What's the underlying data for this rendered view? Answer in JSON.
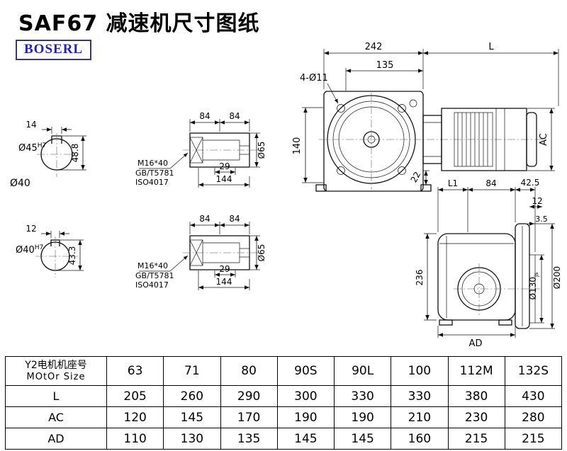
{
  "page": {
    "title": "SAF67 减速机尺寸图纸",
    "logo": "BOSERL"
  },
  "front_view": {
    "dim_width": "242",
    "dim_motor_length": "L",
    "dim_135": "135",
    "holes_label": "4-Ø11",
    "dim_height": "140",
    "dim_22": "22",
    "dim_ac": "AC"
  },
  "section_top": {
    "keyway_width": "14",
    "bore": "Ø45",
    "bore_tol": "H7",
    "keyway_height": "48.8"
  },
  "shaft_diameter_label": "Ø40",
  "section_bottom": {
    "keyway_width": "12",
    "bore": "Ø40",
    "bore_tol": "H7",
    "keyway_height": "43.3"
  },
  "shaft_top": {
    "dim_84_left": "84",
    "dim_84_right": "84",
    "dim_29": "29",
    "dim_144": "144",
    "dim_diameter": "Ø65",
    "thread_note": "M16*40",
    "standard_1": "GB/T5781",
    "standard_2": "ISO4017"
  },
  "shaft_bottom": {
    "dim_84_left": "84",
    "dim_84_right": "84",
    "dim_29": "29",
    "dim_144": "144",
    "dim_diameter": "Ø65",
    "thread_note": "M16*40",
    "standard_1": "GB/T5781",
    "standard_2": "ISO4017"
  },
  "side_view": {
    "dim_l1": "L1",
    "dim_84": "84",
    "dim_42_5": "42.5",
    "dim_12": "12",
    "dim_3_5": "3.5",
    "dim_236": "236",
    "dim_d130": "Ø130",
    "dim_d130_tol": "js",
    "dim_d200": "Ø200",
    "dim_ad": "AD"
  },
  "table": {
    "size_label_cn": "Y2电机机座号",
    "size_label_en": "MOtOr Size",
    "sizes": [
      "63",
      "71",
      "80",
      "90S",
      "90L",
      "100",
      "112M",
      "132S"
    ],
    "rows": [
      {
        "label": "L",
        "values": [
          "205",
          "260",
          "290",
          "300",
          "330",
          "330",
          "380",
          "430"
        ]
      },
      {
        "label": "AC",
        "values": [
          "120",
          "145",
          "170",
          "190",
          "190",
          "210",
          "230",
          "280"
        ]
      },
      {
        "label": "AD",
        "values": [
          "110",
          "130",
          "135",
          "145",
          "145",
          "160",
          "215",
          "215"
        ]
      }
    ]
  }
}
